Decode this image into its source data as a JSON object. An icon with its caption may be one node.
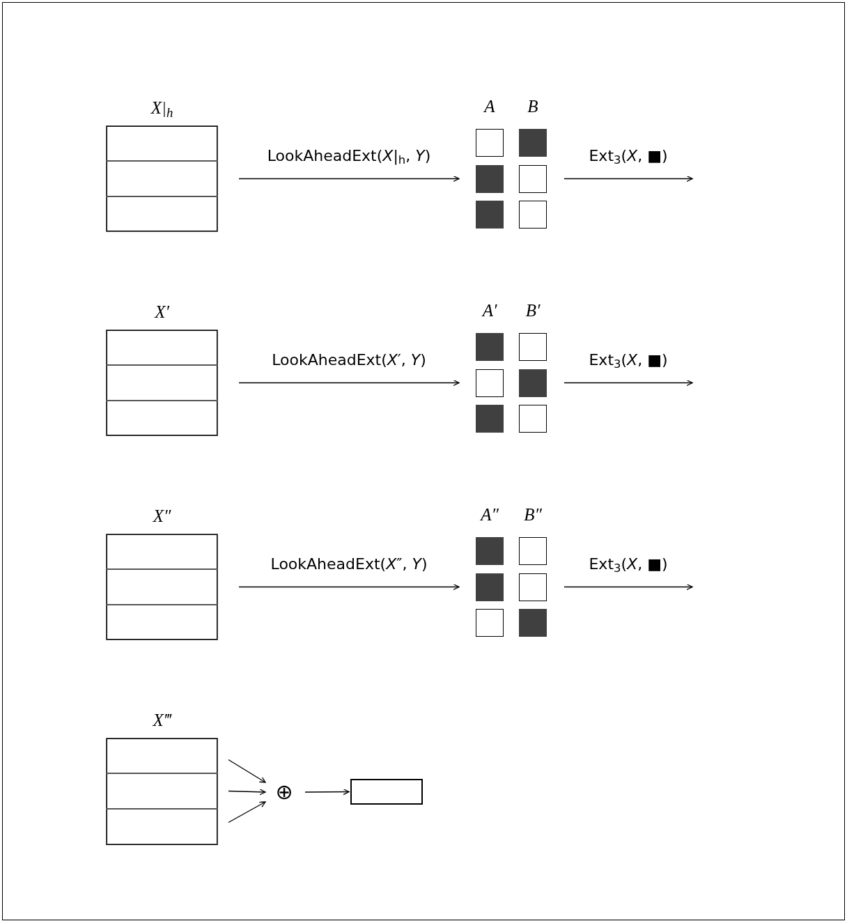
{
  "diagram": {
    "nodes": [
      {
        "text": [
          "X|$_{h}$"
        ]
      },
      {
        "text": [],
        "shape": "box",
        "in": 0
      },
      {
        "text": [],
        "shape": "box",
        "in": 0
      },
      {
        "text": [],
        "shape": "box",
        "in": 0
      },
      {
        "text": [
          "A"
        ]
      },
      {
        "text": [],
        "shape": "box",
        "in": 4
      },
      {
        "text": [],
        "shape": "block",
        "in": 4
      },
      {
        "text": [],
        "shape": "block",
        "in": 4
      },
      {
        "text": [
          "B"
        ]
      },
      {
        "text": [],
        "shape": "block",
        "in": 8
      },
      {
        "text": [],
        "shape": "box",
        "in": 8
      },
      {
        "text": [],
        "shape": "box",
        "in": 8
      },
      {
        "text": [
          "X′"
        ]
      },
      {
        "text": [],
        "shape": "box",
        "in": 12
      },
      {
        "text": [],
        "shape": "box",
        "in": 12
      },
      {
        "text": [],
        "shape": "box",
        "in": 12
      },
      {
        "text": [
          "A′"
        ]
      },
      {
        "text": [],
        "shape": "block",
        "in": 16
      },
      {
        "text": [],
        "shape": "box",
        "in": 16
      },
      {
        "text": [],
        "shape": "block",
        "in": 16
      },
      {
        "text": [
          "B′"
        ]
      },
      {
        "text": [],
        "shape": "box",
        "in": 20
      },
      {
        "text": [],
        "shape": "block",
        "in": 20
      },
      {
        "text": [],
        "shape": "box",
        "in": 20
      },
      {
        "text": [
          "X″"
        ]
      },
      {
        "text": [],
        "shape": "box",
        "in": 24
      },
      {
        "text": [],
        "shape": "box",
        "in": 24
      },
      {
        "text": [],
        "shape": "box",
        "in": 24
      },
      {
        "text": [
          "A″"
        ]
      },
      {
        "text": [],
        "shape": "block",
        "in": 28
      },
      {
        "text": [],
        "shape": "block",
        "in": 28
      },
      {
        "text": [],
        "shape": "box",
        "in": 28
      },
      {
        "text": [
          "B″"
        ]
      },
      {
        "text": [],
        "shape": "box",
        "in": 32
      },
      {
        "text": [],
        "shape": "box",
        "in": 32
      },
      {
        "text": [],
        "shape": "block",
        "in": 32
      },
      {
        "text": [
          "X‴"
        ]
      },
      {
        "text": [],
        "shape": "box",
        "in": 36
      },
      {
        "text": [],
        "shape": "box",
        "in": 36
      },
      {
        "text": [],
        "shape": "box",
        "in": 36
      },
      {
        "text": [
          "⊕"
        ]
      },
      {
        "text": [],
        "shape": "box"
      }
    ],
    "edges": [
      {
        "from": 0,
        "to": 4,
        "arrow": "to",
        "label": "LookAheadExt(*X*|$_{h}$, *Y*)"
      },
      {
        "from": 8,
        "to": null,
        "arrow": "to",
        "label": "Ext$_{3}$(*X*, ■)"
      },
      {
        "from": 12,
        "to": 16,
        "arrow": "to",
        "label": "LookAheadExt(*X*′, *Y*)"
      },
      {
        "from": 20,
        "to": null,
        "arrow": "to",
        "label": "Ext$_{3}$(*X*, ■)"
      },
      {
        "from": 24,
        "to": 28,
        "arrow": "to",
        "label": "LookAheadExt(*X*″, *Y*)"
      },
      {
        "from": 32,
        "to": null,
        "arrow": "to",
        "label": "Ext$_{3}$(*X*, ■)"
      },
      {
        "from": 37,
        "to": 40,
        "arrow": "to"
      },
      {
        "from": 38,
        "to": 40,
        "arrow": "to"
      },
      {
        "from": 39,
        "to": 40,
        "arrow": "to"
      },
      {
        "from": 40,
        "to": 41,
        "arrow": "to"
      }
    ]
  }
}
